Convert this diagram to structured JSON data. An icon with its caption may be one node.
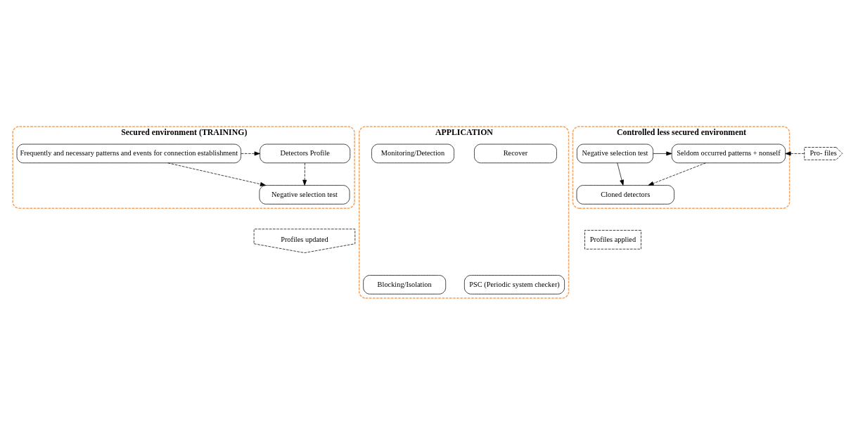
{
  "diagram": {
    "nodes": [
      {
        "text": [
          "Secured environment (TRAINING)"
        ]
      },
      {
        "text": [
          "Frequently and necessary patterns and events for connection establishment"
        ],
        "in": 0
      },
      {
        "text": [
          "Detectors Profile"
        ],
        "in": 0
      },
      {
        "text": [
          "Negative selection test"
        ],
        "in": 0
      },
      {
        "text": [
          "Pro- files"
        ]
      },
      {
        "text": [
          "Controlled less secured environment"
        ]
      },
      {
        "text": [
          "Seldom occurred patterns + nonself"
        ],
        "in": 5
      },
      {
        "text": [
          "Cloned detectors"
        ],
        "in": 5
      },
      {
        "text": [
          "Negative selection test"
        ],
        "in": 5
      },
      {
        "text": [
          "Profiles updated"
        ]
      },
      {
        "text": [
          "Profiles applied"
        ]
      },
      {
        "text": [
          "APPLICATION"
        ]
      },
      {
        "text": [
          "Recover"
        ],
        "in": 11
      },
      {
        "text": [
          "Blocking/Isolation"
        ],
        "in": 11
      },
      {
        "text": [
          "Monitoring/Detection"
        ],
        "in": 11
      },
      {
        "text": [
          "PSC (Periodic system checker)"
        ],
        "in": 11
      }
    ],
    "edges": [
      {
        "from": 1,
        "to": 2,
        "arrow": "to",
        "style": "dashed"
      },
      {
        "from": 2,
        "to": 3,
        "arrow": "to",
        "style": "dashed"
      },
      {
        "from": 1,
        "to": 3,
        "arrow": "to",
        "style": "dashed"
      },
      {
        "from": 4,
        "to": 6,
        "arrow": "to",
        "style": "dashed"
      },
      {
        "from": 6,
        "to": 7,
        "arrow": "to",
        "style": "dashed"
      },
      {
        "from": 8,
        "to": 6,
        "arrow": "to"
      },
      {
        "from": 8,
        "to": 7,
        "arrow": "to"
      }
    ]
  }
}
